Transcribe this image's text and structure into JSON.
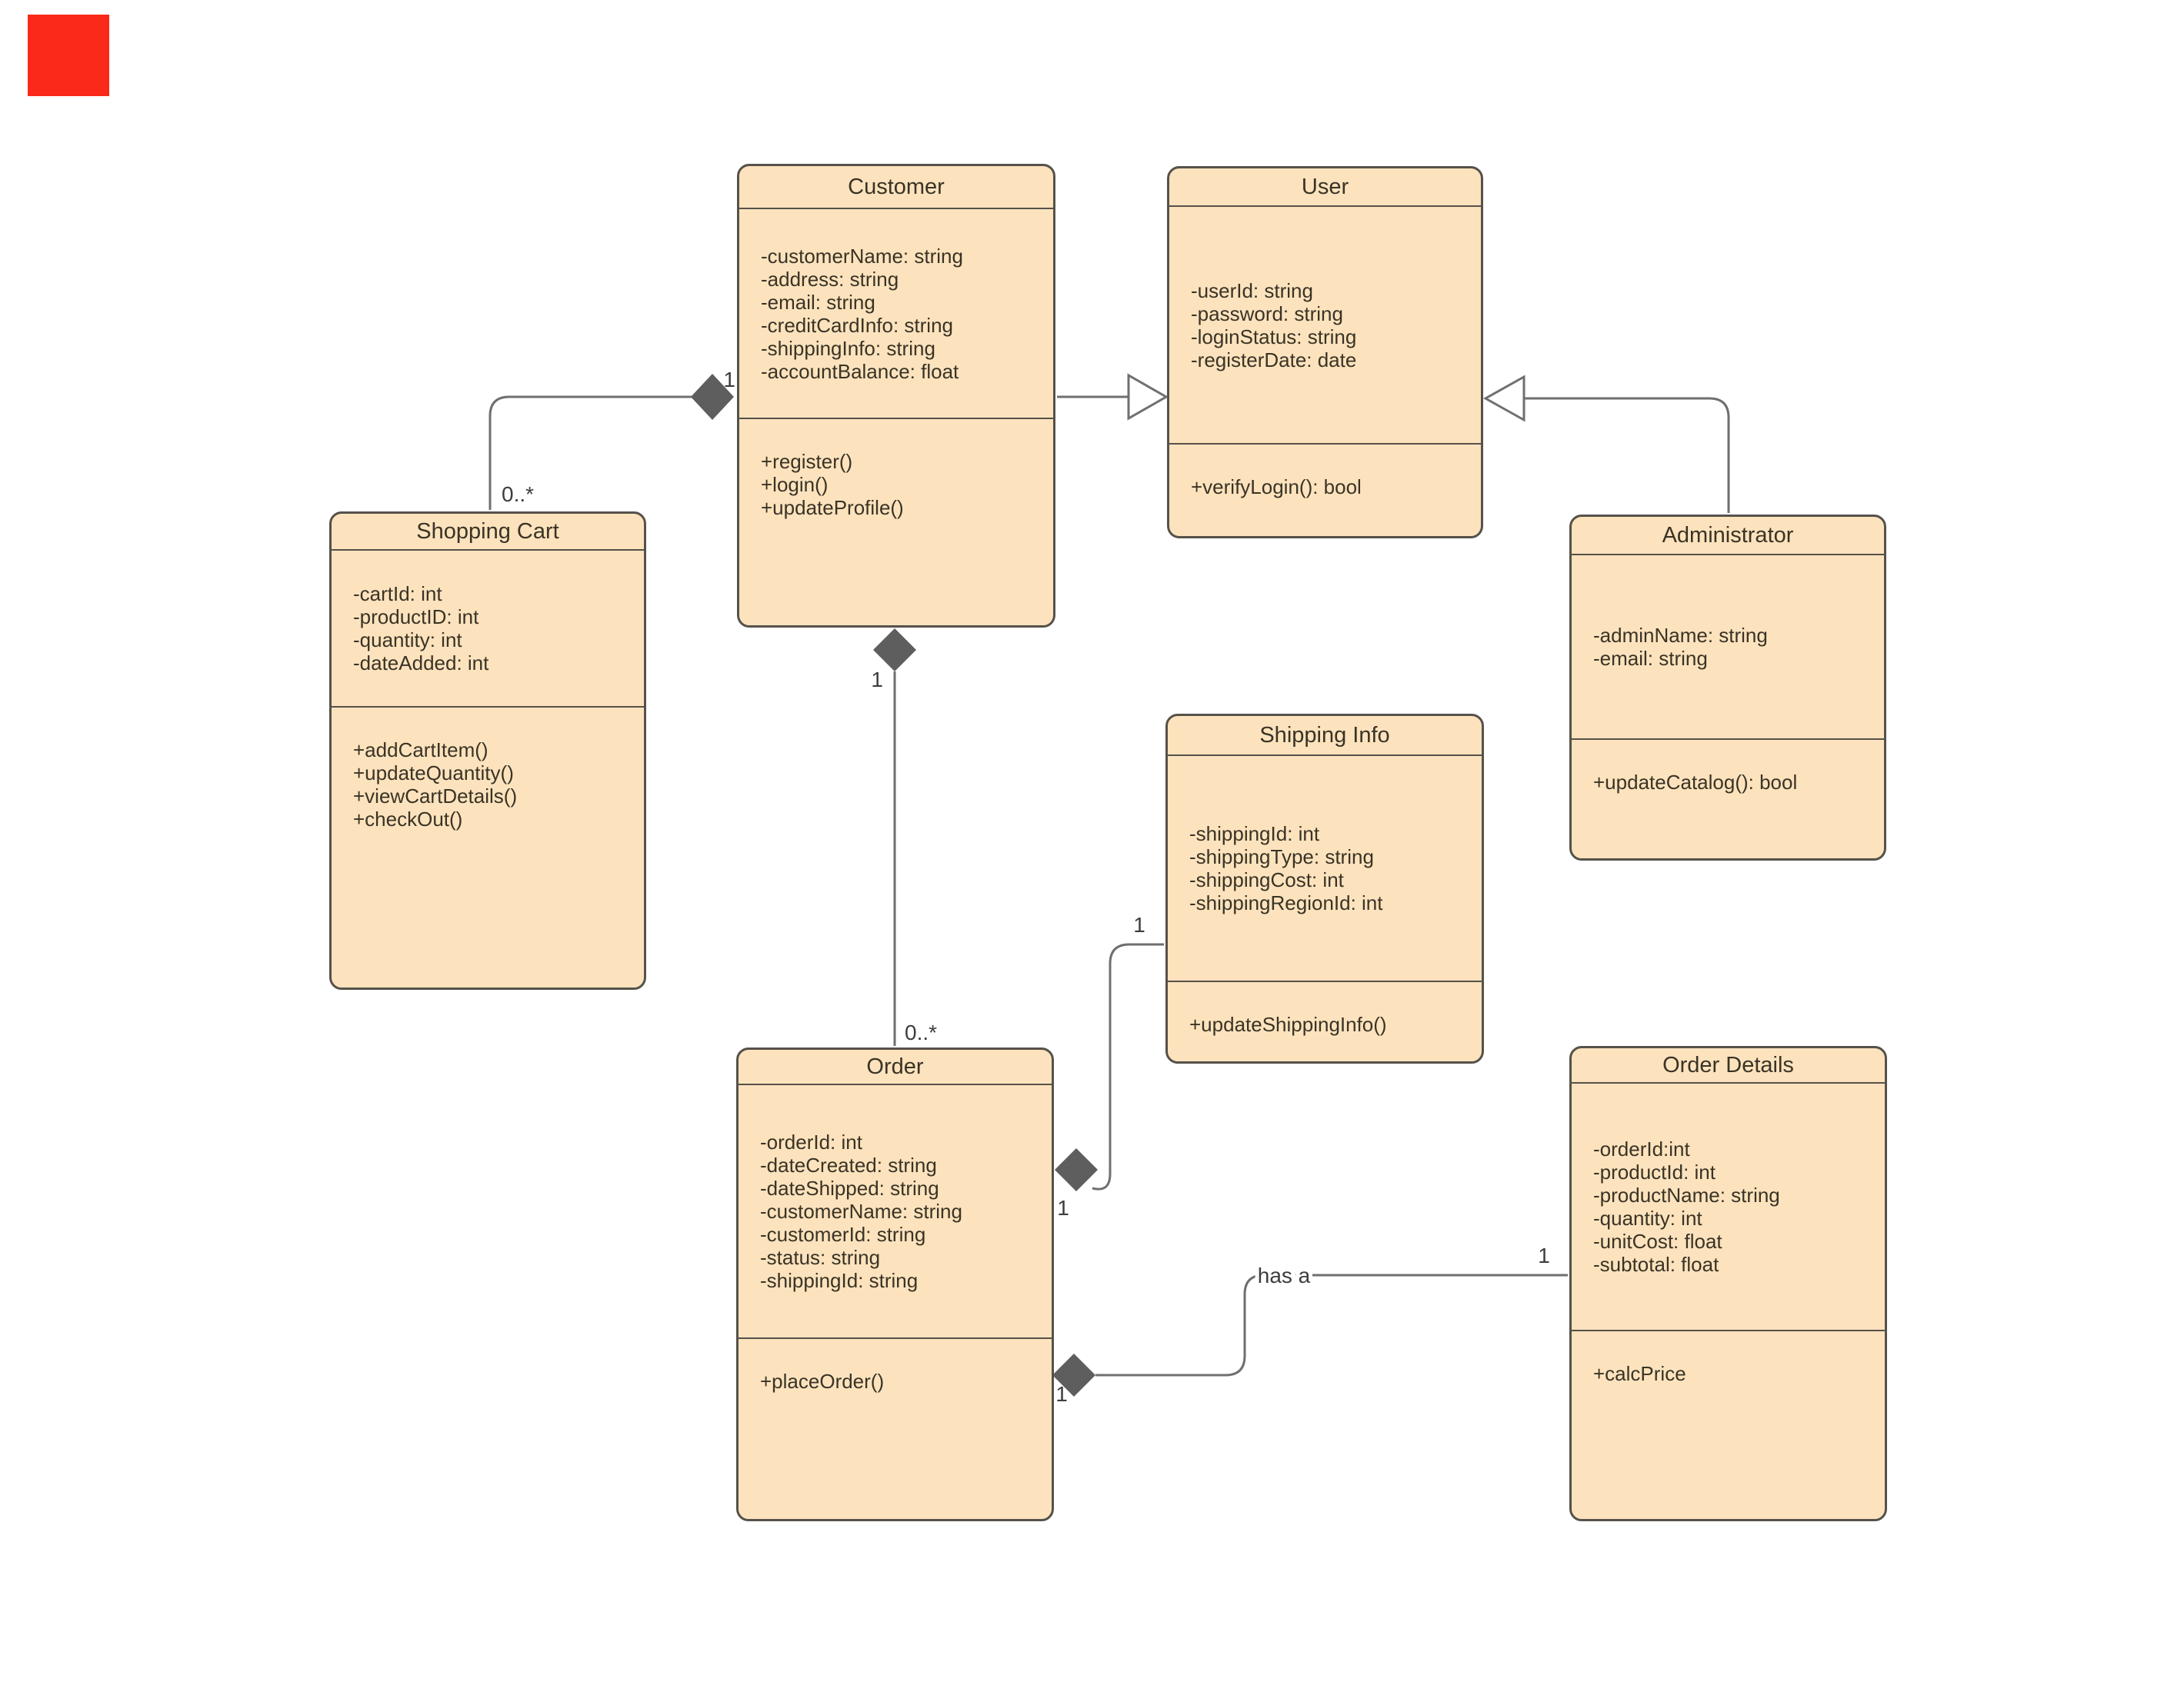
{
  "diagram": {
    "type": "uml-class-diagram",
    "colors": {
      "box_fill": "#FCE3BD",
      "box_border": "#56514A",
      "text": "#3A3326",
      "line": "#6F6F6F",
      "diamond": "#5E5E5E",
      "background": "#FFFFFF",
      "marker_red": "#FA291A"
    },
    "classes": [
      {
        "name": "Customer",
        "attributes": [
          "-customerName: string",
          "-address: string",
          "-email: string",
          "-creditCardInfo: string",
          "-shippingInfo: string",
          "-accountBalance: float"
        ],
        "methods": [
          "+register()",
          "+login()",
          "+updateProfile()"
        ]
      },
      {
        "name": "User",
        "attributes": [
          "-userId: string",
          "-password: string",
          "-loginStatus: string",
          "-registerDate: date"
        ],
        "methods": [
          "+verifyLogin(): bool"
        ]
      },
      {
        "name": "Shopping Cart",
        "attributes": [
          "-cartId: int",
          "-productID: int",
          "-quantity: int",
          "-dateAdded: int"
        ],
        "methods": [
          "+addCartItem()",
          "+updateQuantity()",
          "+viewCartDetails()",
          "+checkOut()"
        ]
      },
      {
        "name": "Administrator",
        "attributes": [
          "-adminName: string",
          "-email: string"
        ],
        "methods": [
          "+updateCatalog(): bool"
        ]
      },
      {
        "name": "Shipping Info",
        "attributes": [
          "-shippingId: int",
          "-shippingType: string",
          "-shippingCost: int",
          "-shippingRegionId: int"
        ],
        "methods": [
          "+updateShippingInfo()"
        ]
      },
      {
        "name": "Order",
        "attributes": [
          "-orderId: int",
          "-dateCreated: string",
          "-dateShipped: string",
          "-customerName: string",
          "-customerId: string",
          "-status: string",
          "-shippingId: string"
        ],
        "methods": [
          "+placeOrder()"
        ]
      },
      {
        "name": "Order Details",
        "attributes": [
          "-orderId:int",
          "-productId: int",
          "-productName: string",
          "-quantity: int",
          "-unitCost: float",
          "-subtotal: float"
        ],
        "methods": [
          "+calcPrice"
        ]
      }
    ],
    "relationships": [
      {
        "type": "composition",
        "from": "Customer",
        "to": "Shopping Cart",
        "from_label": "1",
        "to_label": "0..*"
      },
      {
        "type": "generalization",
        "from": "Customer",
        "to": "User"
      },
      {
        "type": "generalization",
        "from": "Administrator",
        "to": "User"
      },
      {
        "type": "composition",
        "from": "Customer",
        "to": "Order",
        "from_label": "1",
        "to_label": "0..*"
      },
      {
        "type": "composition",
        "from": "Order",
        "to": "Shipping Info",
        "from_label": "1",
        "to_label": "1"
      },
      {
        "type": "composition",
        "from": "Order",
        "to": "Order Details",
        "from_label": "1",
        "to_label": "1",
        "name": "has a"
      }
    ]
  }
}
